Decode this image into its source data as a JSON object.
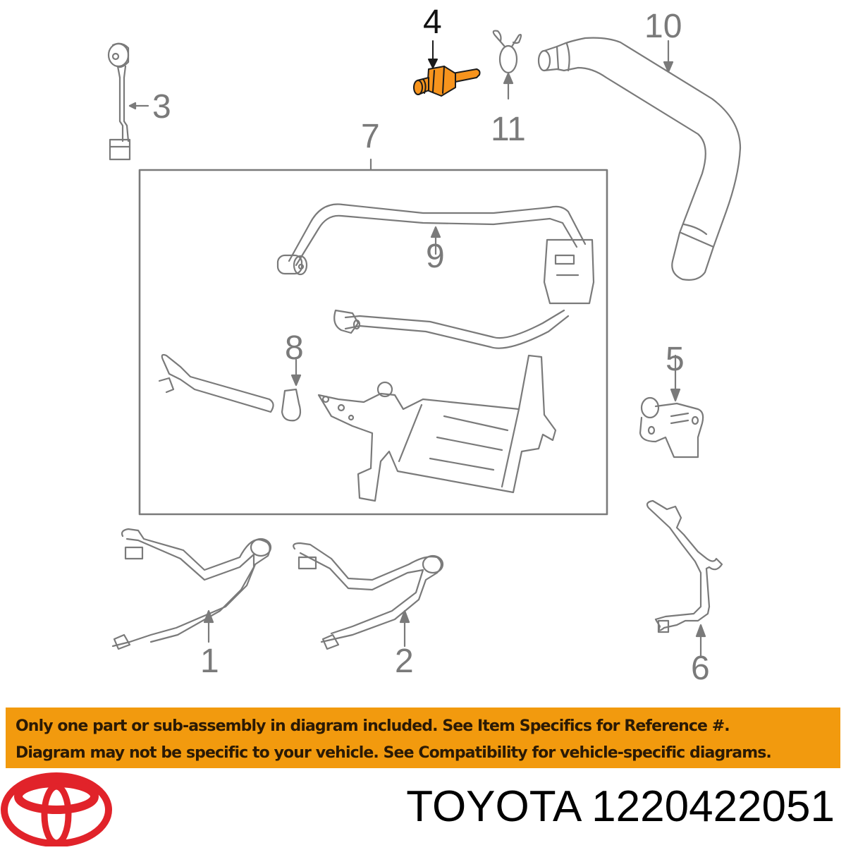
{
  "diagram": {
    "stroke_color": "#7a7a7a",
    "highlight_fill": "#f7941d",
    "highlight_stroke": "#1a1a1a",
    "highlighted_callout": "4",
    "callouts": [
      {
        "id": "1",
        "label": "1"
      },
      {
        "id": "2",
        "label": "2"
      },
      {
        "id": "3",
        "label": "3"
      },
      {
        "id": "4",
        "label": "4"
      },
      {
        "id": "5",
        "label": "5"
      },
      {
        "id": "6",
        "label": "6"
      },
      {
        "id": "7",
        "label": "7"
      },
      {
        "id": "8",
        "label": "8"
      },
      {
        "id": "9",
        "label": "9"
      },
      {
        "id": "10",
        "label": "10"
      },
      {
        "id": "11",
        "label": "11"
      }
    ]
  },
  "notice": {
    "background": "#f29a0e",
    "line1": "Only one part or sub-assembly in diagram included. See Item Specifics for Reference #.",
    "line2": "Diagram may not be specific to your vehicle. See Compatibility for vehicle-specific diagrams."
  },
  "footer": {
    "logo": "toyota-logo",
    "logo_color": "#e1232a",
    "part_title": "TOYOTA 1220422051"
  }
}
